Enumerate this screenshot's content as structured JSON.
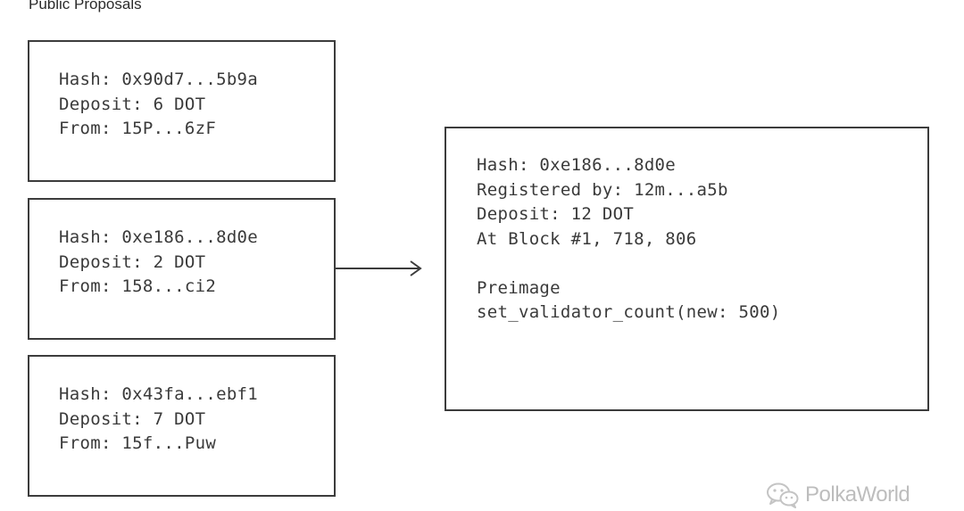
{
  "title": "Public Proposals",
  "proposals": [
    {
      "hash": "Hash: 0x90d7...5b9a",
      "deposit": "Deposit: 6 DOT",
      "from": "From: 15P...6zF"
    },
    {
      "hash": "Hash: 0xe186...8d0e",
      "deposit": "Deposit: 2 DOT",
      "from": "From: 158...ci2"
    },
    {
      "hash": "Hash: 0x43fa...ebf1",
      "deposit": "Deposit: 7 DOT",
      "from": "From: 15f...Puw"
    }
  ],
  "detail": {
    "hash": "Hash: 0xe186...8d0e",
    "registered_by": "Registered by: 12m...a5b",
    "deposit": "Deposit: 12 DOT",
    "block": "At Block #1, 718, 806",
    "preimage_label": "Preimage",
    "preimage_call": "set_validator_count(new: 500)"
  },
  "watermark": {
    "text": "PolkaWorld",
    "icon": "wechat-icon"
  },
  "colors": {
    "border": "#3c3c3c",
    "text": "#3a3a3a",
    "watermark": "#bdbdbd"
  }
}
